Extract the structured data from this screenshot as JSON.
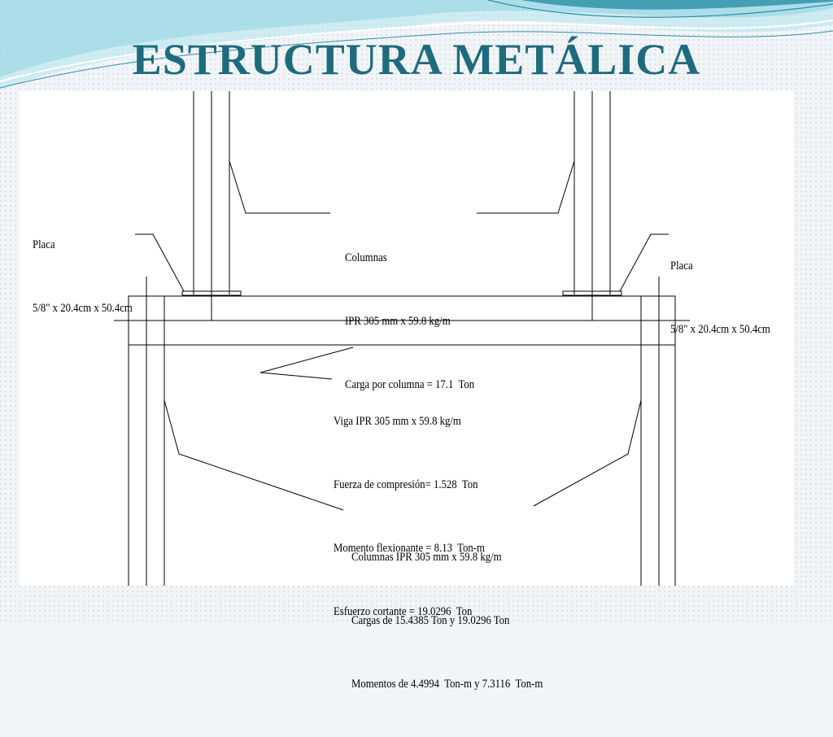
{
  "slide": {
    "title": "ESTRUCTURA METÁLICA",
    "colors": {
      "title": "#1f6b7e",
      "wave_dark": "#2a8fa8",
      "wave_light": "#9fdbe6",
      "drawing_bg": "#ffffff",
      "line": "#000000"
    }
  },
  "drawing": {
    "placa_left": {
      "line1": "Placa",
      "line2": "5/8\" x 20.4cm x 50.4cm"
    },
    "placa_right": {
      "line1": "Placa",
      "line2": "5/8\" x 20.4cm x 50.4cm"
    },
    "columnas_top": {
      "line1": "Columnas",
      "line2": "IPR 305 mm x 59.8 kg/m",
      "line3": "Carga por columna = 17.1  Ton"
    },
    "viga": {
      "line1": "Viga IPR 305 mm x 59.8 kg/m",
      "line2": "Fuerza de compresión= 1.528  Ton",
      "line3": "Momento flexionante = 8.13  Ton-m",
      "line4": "Esfuerzo cortante = 19.0296  Ton"
    },
    "columnas_bottom": {
      "line1": "Columnas IPR 305 mm x 59.8 kg/m",
      "line2": "Cargas de 15.4385 Ton y 19.0296 Ton",
      "line3": "Momentos de 4.4994  Ton-m y 7.3116  Ton-m"
    }
  }
}
